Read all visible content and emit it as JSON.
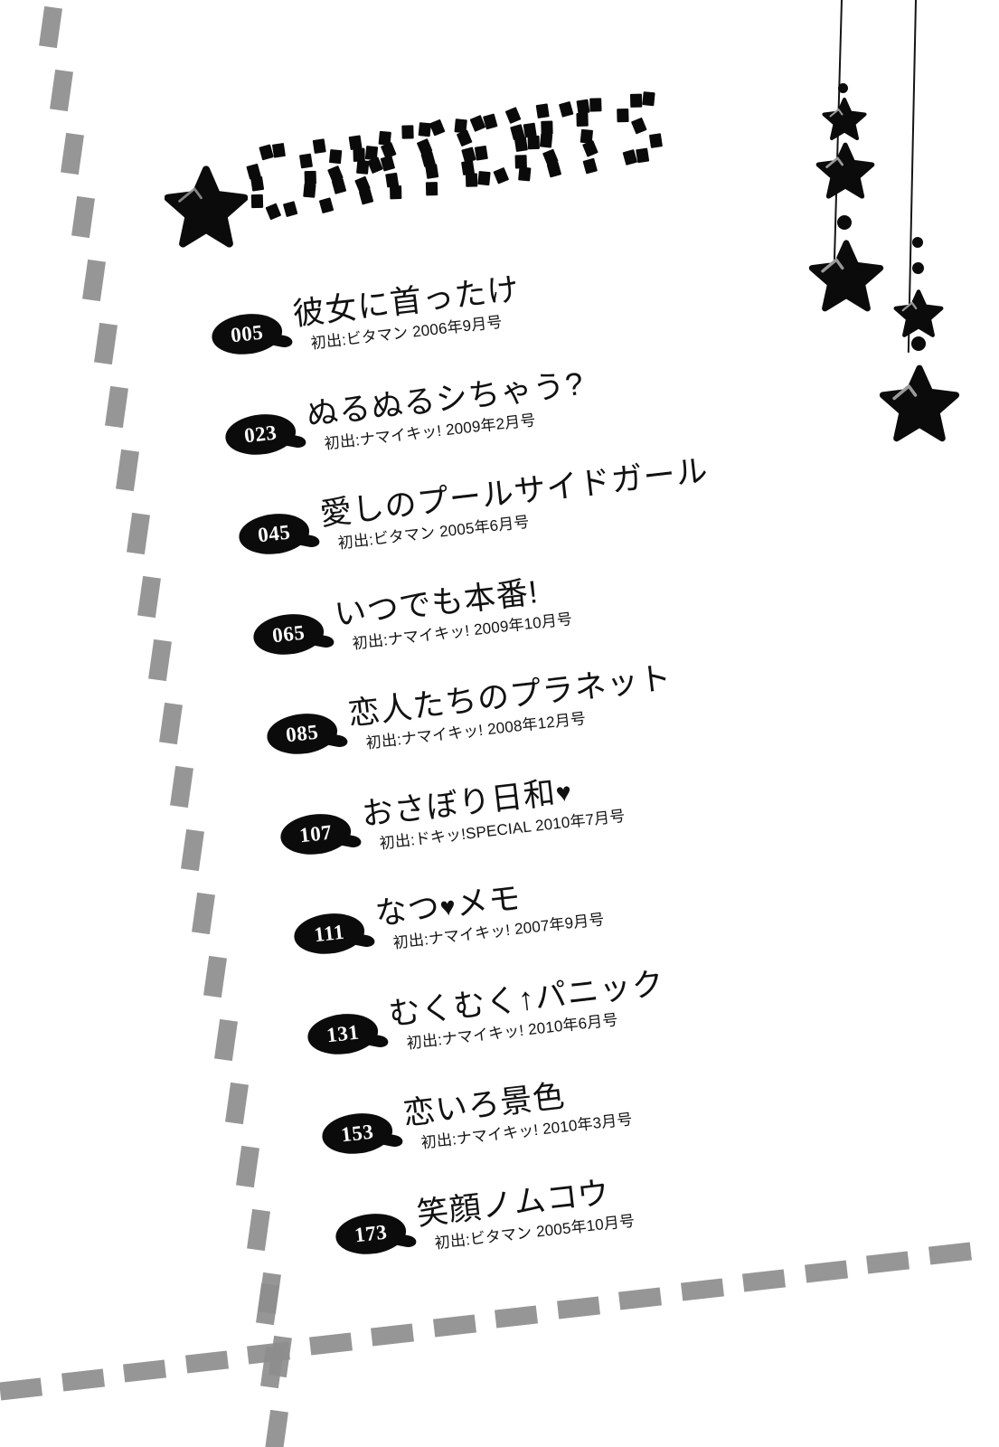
{
  "page": {
    "heading": "CONTENTS",
    "heading_letters": [
      "C",
      "O",
      "N",
      "T",
      "E",
      "N",
      "T",
      "S"
    ],
    "background_color": "#ffffff",
    "ink_color": "#0b0b0b",
    "dash_color": "#8d8d8d"
  },
  "entries": [
    {
      "page_number": "005",
      "title": "彼女に首ったけ",
      "source": "初出:ビタマン 2006年9月号"
    },
    {
      "page_number": "023",
      "title": "ぬるぬるシちゃう?",
      "source": "初出:ナマイキッ! 2009年2月号"
    },
    {
      "page_number": "045",
      "title": "愛しのプールサイドガール",
      "source": "初出:ビタマン 2005年6月号"
    },
    {
      "page_number": "065",
      "title": "いつでも本番!",
      "source": "初出:ナマイキッ! 2009年10月号"
    },
    {
      "page_number": "085",
      "title": "恋人たちのプラネット",
      "source": "初出:ナマイキッ! 2008年12月号"
    },
    {
      "page_number": "107",
      "title": "おさぼり日和♥",
      "source": "初出:ドキッ!SPECIAL 2010年7月号"
    },
    {
      "page_number": "111",
      "title": "なつ♥メモ",
      "source": "初出:ナマイキッ! 2007年9月号"
    },
    {
      "page_number": "131",
      "title": "むくむく↑パニック",
      "source": "初出:ナマイキッ! 2010年6月号"
    },
    {
      "page_number": "153",
      "title": "恋いろ景色",
      "source": "初出:ナマイキッ! 2010年3月号"
    },
    {
      "page_number": "173",
      "title": "笑顔ノムコウ",
      "source": "初出:ビタマン 2005年10月号"
    }
  ],
  "decorations": {
    "title_star": "star-icon",
    "garland_left": [
      "dot",
      "star-small",
      "star-medium",
      "dot",
      "star-large"
    ],
    "garland_right": [
      "dot",
      "dot",
      "star-medium",
      "dot",
      "star-large"
    ],
    "border_style": "dashed"
  }
}
